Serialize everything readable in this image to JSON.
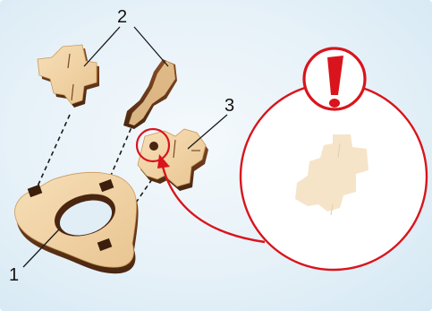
{
  "callouts": [
    {
      "id": "1",
      "text": "1"
    },
    {
      "id": "2",
      "text": "2"
    },
    {
      "id": "3",
      "text": "3"
    }
  ],
  "warning": {
    "icon": "exclamation-icon",
    "color": "#d9141c"
  },
  "colors": {
    "wood_face": "#f0d2a6",
    "wood_edge": "#6b3b1e",
    "wood_edge_light": "#a8652f",
    "highlight_red": "#d9141c",
    "background": "#e6f1f8"
  }
}
